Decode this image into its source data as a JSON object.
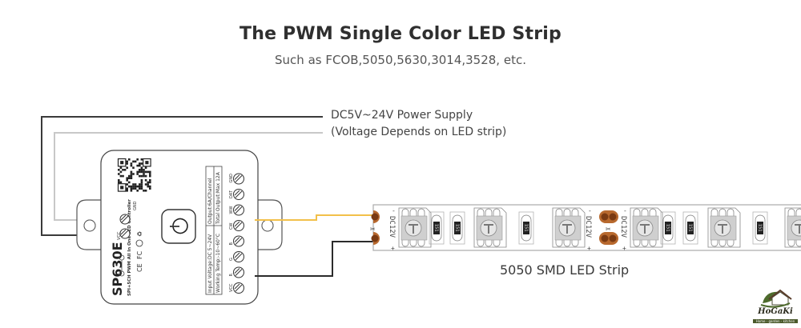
{
  "header": {
    "title": "The PWM Single Color LED Strip",
    "subtitle": "Such as FCOB,5050,5630,3014,3528, etc."
  },
  "power_supply": {
    "line1": "DC5V~24V Power Supply",
    "line2": "(Voltage Depends on LED strip)"
  },
  "controller": {
    "model": "SP630E",
    "description": "SPI+5CH PWM All In One LED Controller",
    "power_terminals": [
      "VCC",
      "GND"
    ],
    "output_terminals": [
      "VCC",
      "R",
      "G",
      "B",
      "CW",
      "WW",
      "DAT",
      "GND"
    ],
    "spec_left": [
      "Input Voltage:DC 5~24V",
      "Working Temp:-10~60°C"
    ],
    "spec_right": [
      "Output:6A/Channel",
      "Total Output:Max 12A"
    ],
    "certifications": [
      "CE",
      "FC",
      "RoHS",
      "recycle"
    ],
    "icons": [
      "qr-code-icon",
      "power-button-icon",
      "dc-polarity-icon"
    ]
  },
  "strip": {
    "label": "5050 SMD LED Strip",
    "voltage_mark": "DC12V",
    "minus": "-",
    "plus": "+",
    "resistor_code": "151"
  },
  "wires": {
    "power_positive_color": "#3a3a3a",
    "power_negative_color": "#c8c8c8",
    "cw_color": "#f2c04a",
    "vcc_color": "#2b2b2b"
  },
  "logo": {
    "name": "HoGaKi",
    "tagline": "Home - garden - kitchen"
  }
}
